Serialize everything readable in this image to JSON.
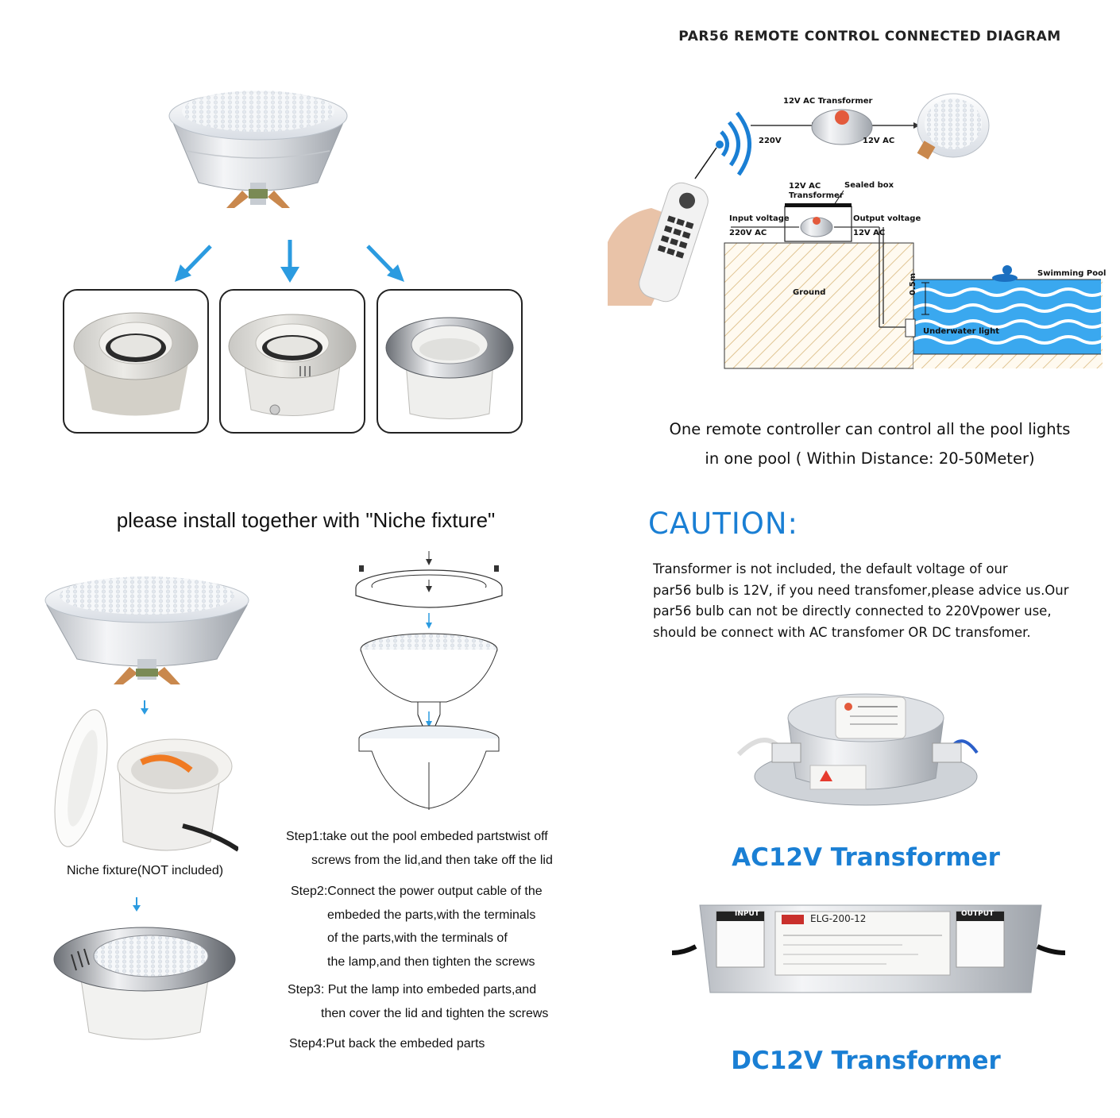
{
  "diagram": {
    "title": "PAR56 REMOTE CONTROL CONNECTED DIAGRAM",
    "top_transformer": "12V AC Transformer",
    "input_220": "220V",
    "output_12": "12V AC",
    "box_transformer_line1": "12V AC",
    "box_transformer_line2": "Transformer",
    "sealed_box": "Sealed box",
    "input_voltage": "Input voltage",
    "input_value": "220V AC",
    "output_voltage": "Output voltage",
    "output_value": "12V AC",
    "ground": "Ground",
    "swimming_pool": "Swimming Pool",
    "depth": "0.5m",
    "underwater_light": "Underwater light"
  },
  "remote_text": {
    "line1": "One remote controller can control all the pool lights",
    "line2": "in one pool ( Within Distance: 20-50Meter)"
  },
  "caution": {
    "heading": "CAUTION:",
    "lines": [
      "Transformer is not included, the default voltage of our",
      "par56 bulb is 12V, if you need transfomer,please advice us.Our",
      "par56 bulb can not be directly connected to 220Vpower use,",
      "should be connect with AC transfomer OR DC transfomer."
    ]
  },
  "transformers": {
    "ac_label": "AC12V Transformer",
    "dc_label": "DC12V Transformer",
    "dc_model": "ELG-200-12",
    "dc_input": "INPUT",
    "dc_output": "OUTPUT"
  },
  "install": {
    "note": "please install together with \"Niche fixture\"",
    "niche_caption": "Niche fixture(NOT included)",
    "steps": [
      "Step1:take out the pool embeded partstwist off",
      "screws from the lid,and then take off the lid",
      "Step2:Connect the power output cable of the",
      "embeded the parts,with the terminals",
      "of the parts,with the  terminals of",
      "the lamp,and then tighten the screws",
      "Step3: Put the lamp into embeded parts,and",
      "then cover the lid and tighten the screws",
      "Step4:Put back the embeded parts"
    ]
  },
  "colors": {
    "accent_blue": "#1a7fd4",
    "arrow_blue": "#2b9be0",
    "water_blue": "#3aa8ef"
  }
}
